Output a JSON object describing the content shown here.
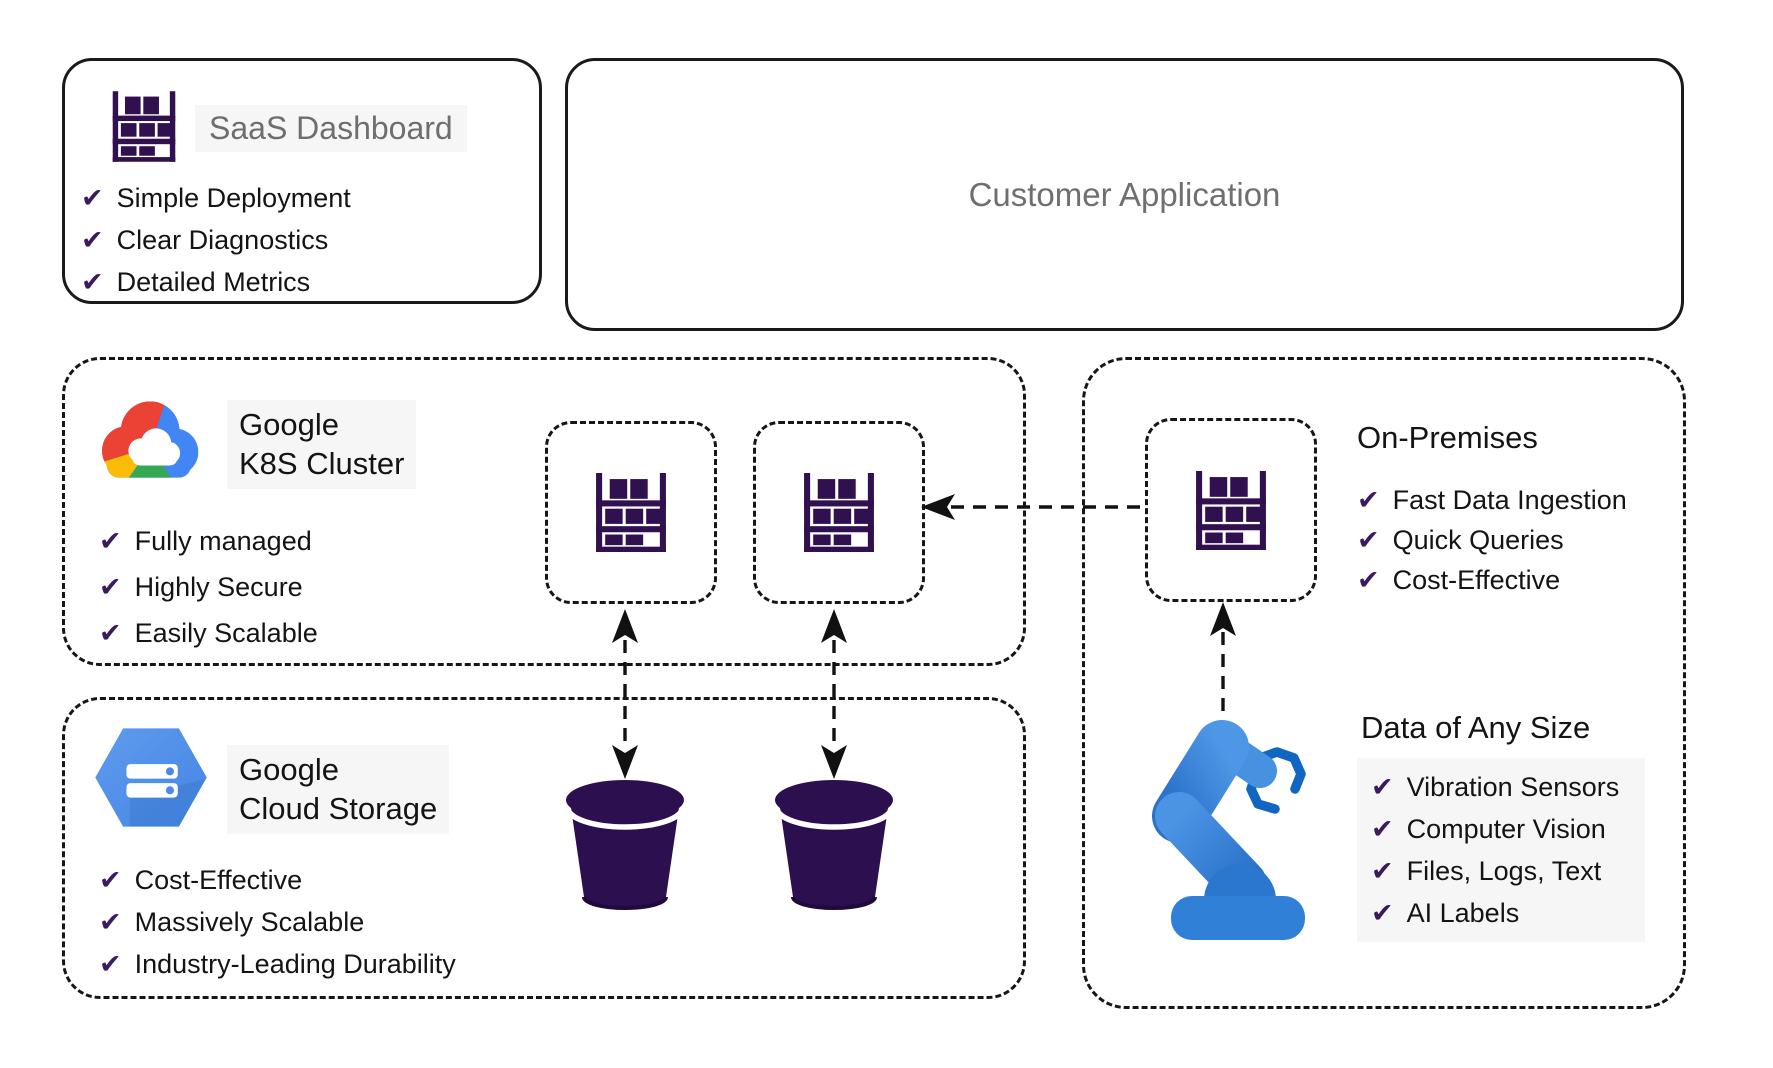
{
  "check": "✔",
  "colors": {
    "purple_icon": "#30104f",
    "check_purple": "#3b1b5e",
    "ink": "#141414",
    "gray_title": "#6e6e6e",
    "highlight_bg": "#f6f6f6",
    "google_blue": "#4285f4",
    "google_red": "#ea4335",
    "google_yellow": "#fbbc05",
    "google_green": "#34a853",
    "storage_hex_blue": "#5290ea",
    "robot_blue": "#2f7ed6",
    "claw_blue": "#1066c1"
  },
  "saas": {
    "title": "SaaS Dashboard",
    "items": [
      "Simple Deployment",
      "Clear Diagnostics",
      "Detailed Metrics"
    ]
  },
  "customer": {
    "title": "Customer Application"
  },
  "k8s": {
    "title_line1": "Google",
    "title_line2": "K8S Cluster",
    "items": [
      "Fully managed",
      "Highly Secure",
      "Easily Scalable"
    ]
  },
  "gcs": {
    "title_line1": "Google",
    "title_line2": "Cloud Storage",
    "items": [
      "Cost-Effective",
      "Massively Scalable",
      "Industry-Leading Durability"
    ]
  },
  "onprem": {
    "title": "On-Premises",
    "items": [
      "Fast Data Ingestion",
      "Quick Queries",
      "Cost-Effective"
    ]
  },
  "data_any_size": {
    "title": "Data of Any Size",
    "items": [
      "Vibration Sensors",
      "Computer Vision",
      "Files, Logs, Text",
      "AI Labels"
    ]
  },
  "icons": {
    "shelf": "storage-shelf-icon",
    "gcp_logo": "google-cloud-logo",
    "gcs_hexagon": "cloud-storage-hexagon-icon",
    "robot": "robot-arm-icon",
    "bucket": "storage-bucket-icon"
  }
}
